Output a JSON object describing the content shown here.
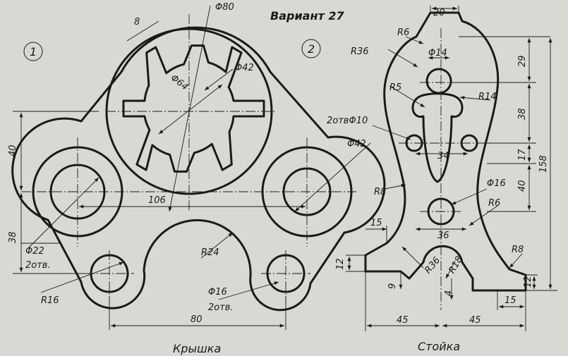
{
  "header": {
    "variant": "Вариант 27"
  },
  "part1": {
    "number": "1",
    "caption": "Крышка",
    "dims": {
      "d80": "Φ80",
      "d64": "Φ64",
      "d42_inner": "Φ42",
      "d42_boss": "Φ42",
      "w8": "8",
      "h40": "40",
      "h38": "38",
      "w106": "106",
      "w80": "80",
      "r24": "R24",
      "r16": "R16",
      "d22": "Φ22",
      "d22_count": "2отв.",
      "d16": "Φ16",
      "d16_count": "2отв."
    }
  },
  "part2": {
    "number": "2",
    "caption": "Стойка",
    "dims": {
      "w20": "20",
      "r6_top": "R6",
      "r36_top": "R36",
      "d14": "Φ14",
      "r5": "R5",
      "r14": "R14",
      "holes10": "2отвΦ10",
      "w34": "34",
      "r8_left": "R8",
      "d16": "Φ16",
      "r6_mid": "R6",
      "w36": "36",
      "r36_bottom": "R36",
      "r18": "R18",
      "r8_right": "R8",
      "w15_left": "15",
      "h12_left": "12",
      "h9": "9",
      "h4": "4",
      "w15_right": "15",
      "h12_right": "12",
      "w45_left": "45",
      "w45_right": "45",
      "h29": "29",
      "h38": "38",
      "h17": "17",
      "h40": "40",
      "h158": "158"
    }
  }
}
